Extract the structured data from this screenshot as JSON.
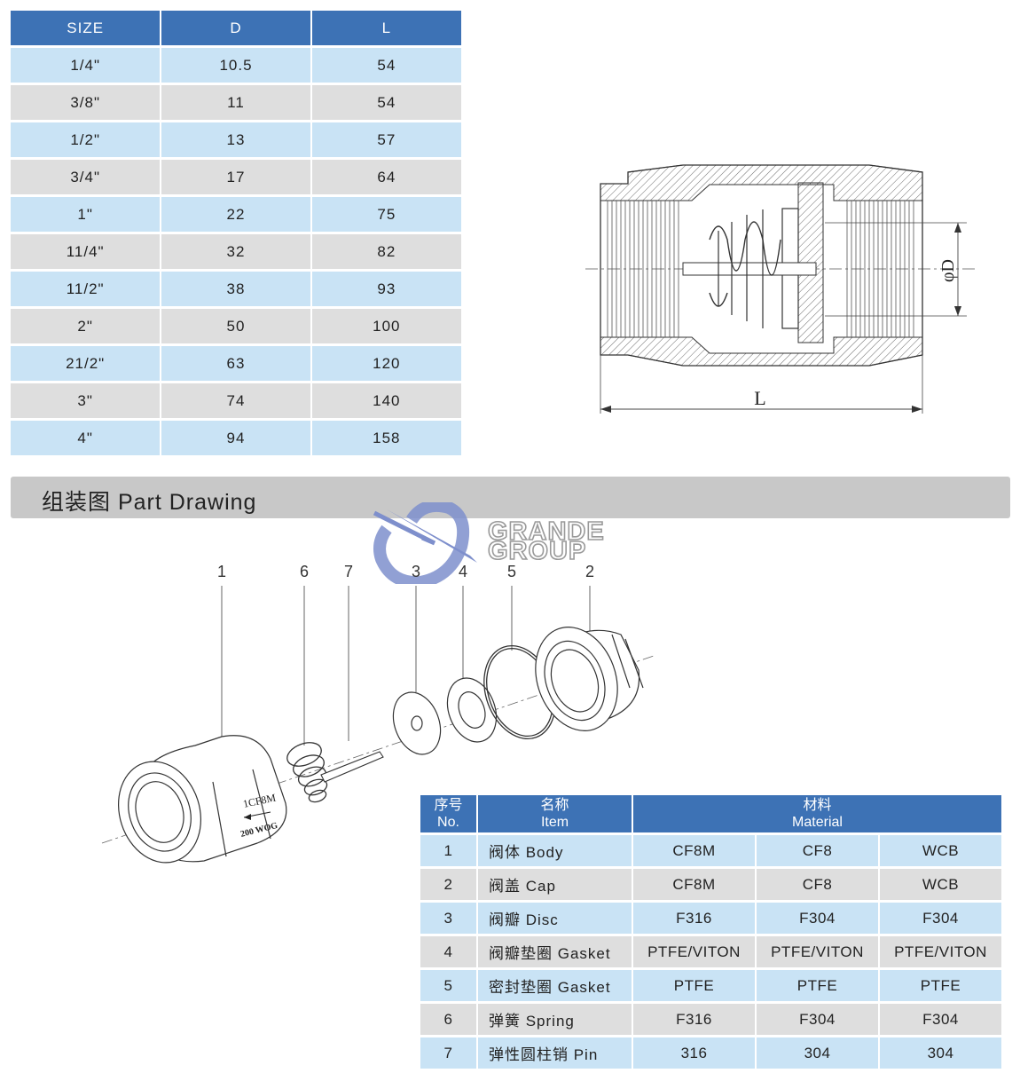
{
  "size_table": {
    "headers": [
      "SIZE",
      "D",
      "L"
    ],
    "rows": [
      [
        "1/4\"",
        "10.5",
        "54"
      ],
      [
        "3/8\"",
        "11",
        "54"
      ],
      [
        "1/2\"",
        "13",
        "57"
      ],
      [
        "3/4\"",
        "17",
        "64"
      ],
      [
        "1\"",
        "22",
        "75"
      ],
      [
        "11/4\"",
        "32",
        "82"
      ],
      [
        "11/2\"",
        "38",
        "93"
      ],
      [
        "2\"",
        "50",
        "100"
      ],
      [
        "21/2\"",
        "63",
        "120"
      ],
      [
        "3\"",
        "74",
        "140"
      ],
      [
        "4\"",
        "94",
        "158"
      ]
    ]
  },
  "section_drawing": {
    "dim_d_label": "φD",
    "dim_l_label": "L"
  },
  "section": {
    "title": "组装图 Part Drawing"
  },
  "logo": {
    "line1": "GRANDE",
    "line2": "GROUP"
  },
  "part_drawing": {
    "callouts": [
      "1",
      "6",
      "7",
      "3",
      "4",
      "5",
      "2"
    ],
    "body_marking_1": "1CF8M",
    "body_marking_2": "200 WOG"
  },
  "material_table": {
    "header_no_cn": "序号",
    "header_no_en": "No.",
    "header_item_cn": "名称",
    "header_item_en": "Item",
    "header_material_cn": "材料",
    "header_material_en": "Material",
    "rows": [
      {
        "no": "1",
        "item": "阀体 Body",
        "m1": "CF8M",
        "m2": "CF8",
        "m3": "WCB"
      },
      {
        "no": "2",
        "item": "阀盖 Cap",
        "m1": "CF8M",
        "m2": "CF8",
        "m3": "WCB"
      },
      {
        "no": "3",
        "item": "阀瓣 Disc",
        "m1": "F316",
        "m2": "F304",
        "m3": "F304"
      },
      {
        "no": "4",
        "item": "阀瓣垫圈 Gasket",
        "m1": "PTFE/VITON",
        "m2": "PTFE/VITON",
        "m3": "PTFE/VITON"
      },
      {
        "no": "5",
        "item": "密封垫圈 Gasket",
        "m1": "PTFE",
        "m2": "PTFE",
        "m3": "PTFE"
      },
      {
        "no": "6",
        "item": "弹簧 Spring",
        "m1": "F316",
        "m2": "F304",
        "m3": "F304"
      },
      {
        "no": "7",
        "item": "弹性圆柱销 Pin",
        "m1": "316",
        "m2": "304",
        "m3": "304"
      }
    ]
  },
  "colors": {
    "header_blue": "#3d72b5",
    "row_blue": "#c9e3f5",
    "row_gray": "#dedede",
    "section_bar": "#c8c8c8",
    "logo_blue": "#7e8fcc",
    "logo_gray": "#9a9a9a"
  }
}
